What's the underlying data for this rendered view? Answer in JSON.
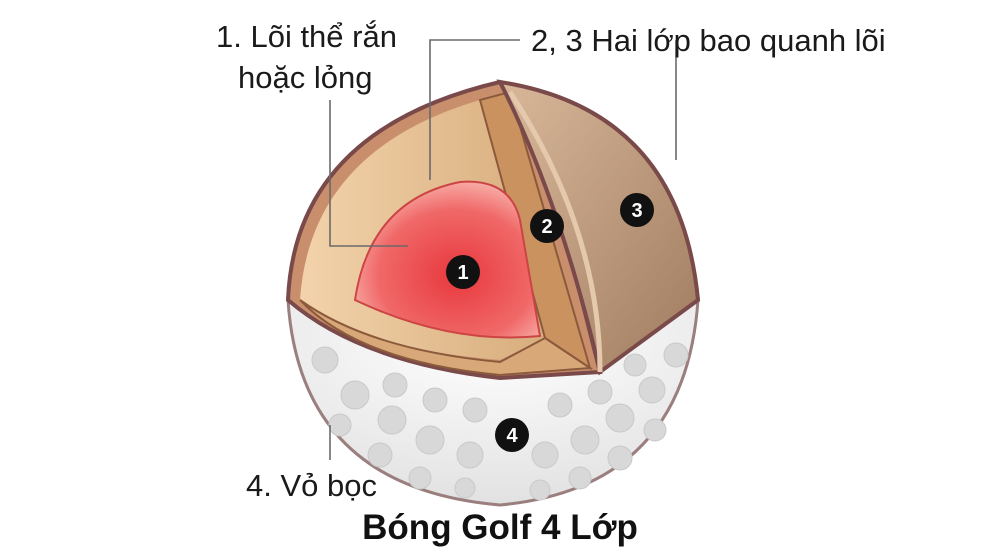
{
  "labels": {
    "core_line1": "1. Lõi thể rắn",
    "core_line2": "hoặc lỏng",
    "mantle": "2, 3 Hai lớp bao quanh lõi",
    "cover": "4. Vỏ bọc"
  },
  "markers": [
    "1",
    "2",
    "3",
    "4"
  ],
  "title": "Bóng Golf 4 Lớp",
  "colors": {
    "core": "#e8383d",
    "layer2": "#c89a6a",
    "layer3": "#a88466",
    "cover": "#eeeeee",
    "outline": "#7a4a4a"
  }
}
